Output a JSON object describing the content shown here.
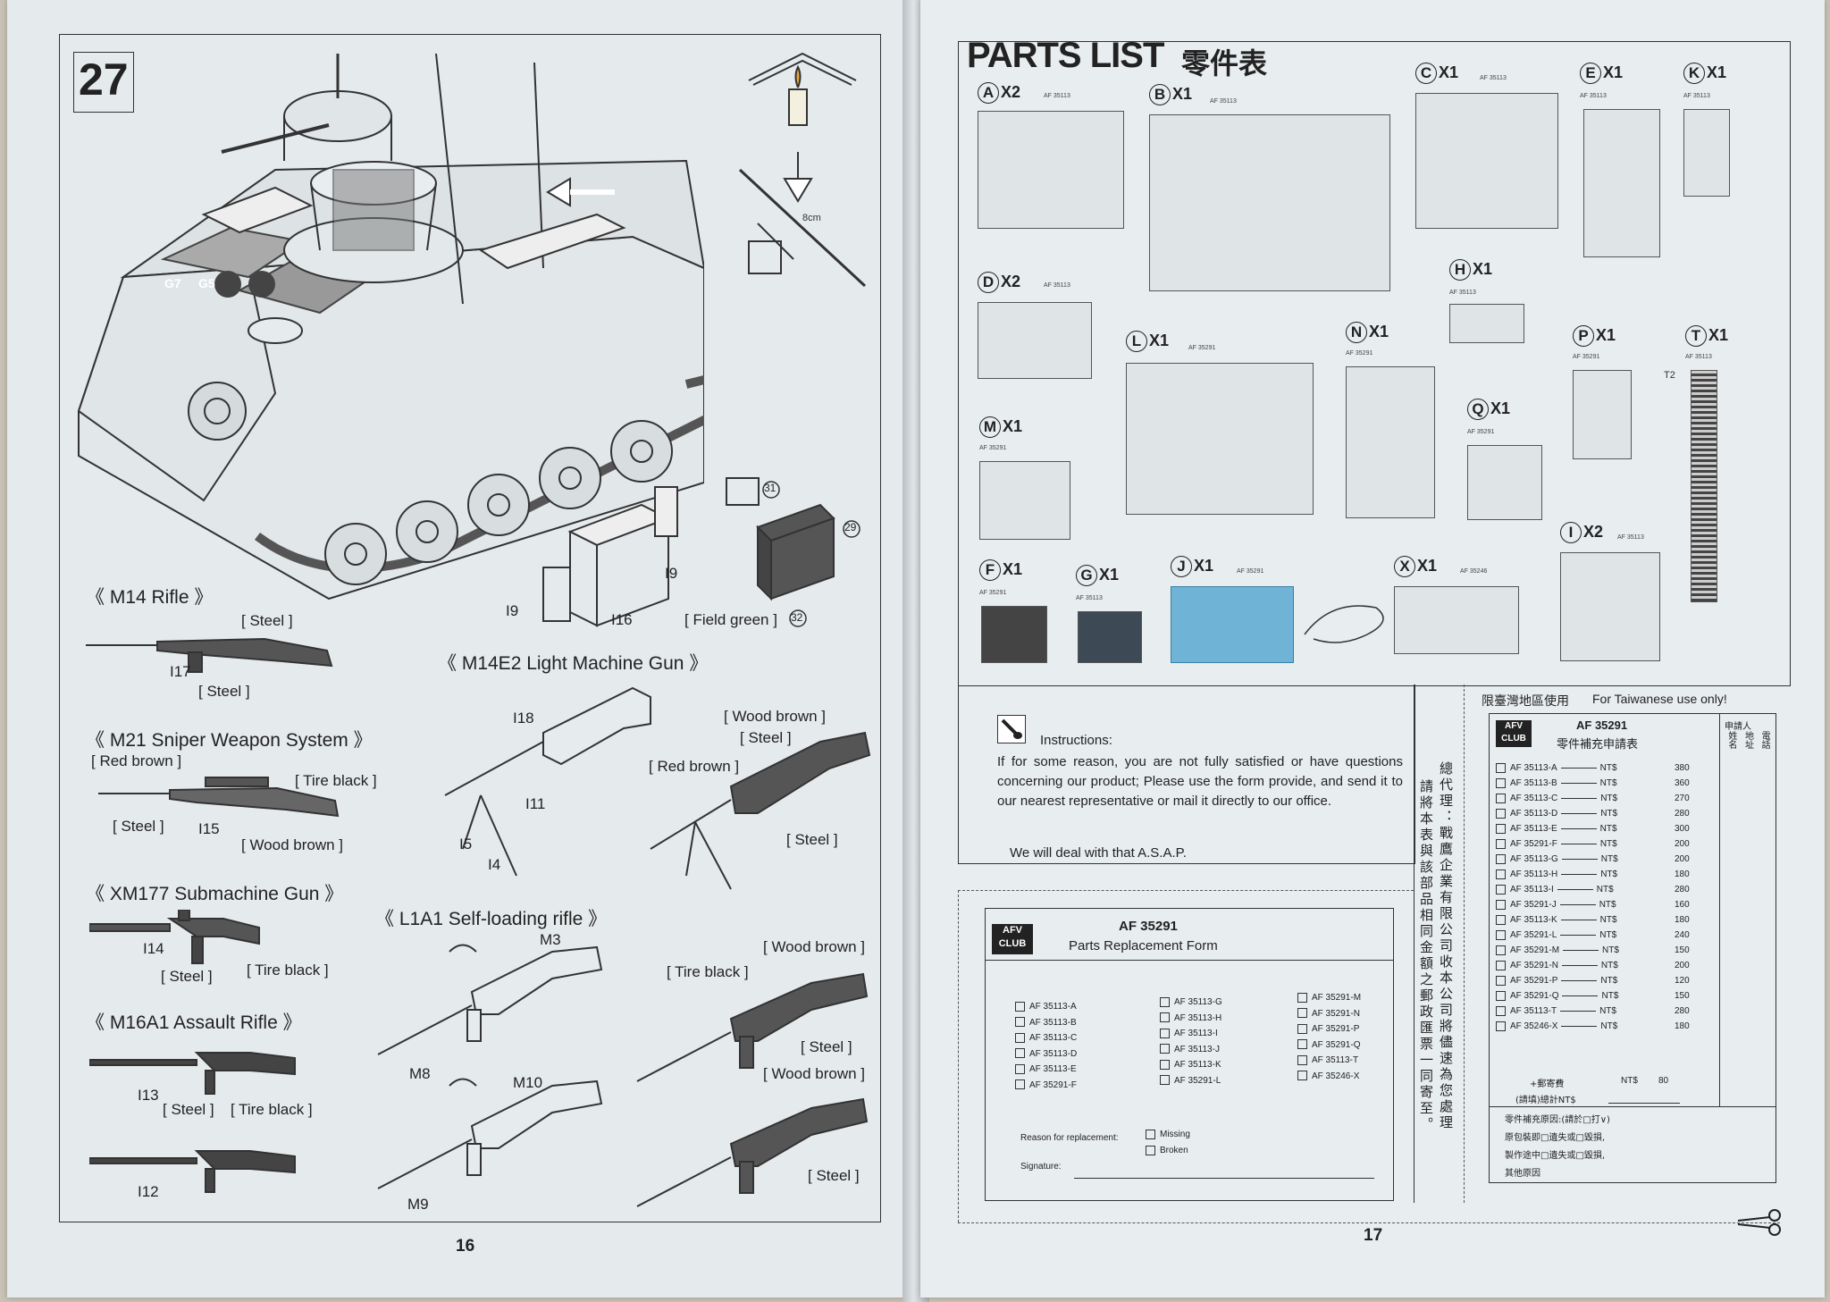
{
  "left_page": {
    "step_number": "27",
    "page_number": "16",
    "callouts": {
      "g7": "G7",
      "g5": "G5",
      "length": "8cm",
      "p31": "31",
      "p29": "29",
      "p32": "32",
      "i9a": "I9",
      "i9b": "I9",
      "i16": "I16",
      "field_green": "[ Field green ]"
    },
    "m14": {
      "title": "《 M14 Rifle 》",
      "steel1": "[ Steel ]",
      "part": "I17",
      "steel2": "[ Steel ]"
    },
    "m21": {
      "title": "《 M21 Sniper Weapon System 》",
      "red_brown": "[ Red brown ]",
      "tire_black": "[ Tire black ]",
      "steel": "[ Steel ]",
      "part": "I15",
      "wood_brown": "[ Wood brown ]"
    },
    "xm177": {
      "title": "《 XM177 Submachine Gun 》",
      "part": "I14",
      "steel": "[ Steel ]",
      "tire_black": "[ Tire black ]"
    },
    "m16": {
      "title": "《 M16A1 Assault Rifle 》",
      "part1": "I13",
      "steel": "[ Steel ]",
      "tire_black": "[ Tire black ]",
      "part2": "I12"
    },
    "m14e2": {
      "title": "《 M14E2 Light Machine Gun 》",
      "i18": "I18",
      "i11": "I11",
      "i5": "I5",
      "i4": "I4",
      "wood_brown": "[ Wood brown ]",
      "steel1": "[ Steel ]",
      "red_brown": "[ Red brown ]",
      "steel2": "[ Steel ]"
    },
    "l1a1": {
      "title": "《 L1A1 Self-loading rifle 》",
      "m3": "M3",
      "m8": "M8",
      "m10": "M10",
      "m9": "M9",
      "wood_brown1": "[ Wood brown ]",
      "tire_black": "[ Tire black ]",
      "steel1": "[ Steel ]",
      "wood_brown2": "[ Wood brown ]",
      "steel2": "[ Steel ]"
    }
  },
  "right_page": {
    "title": "PARTS LIST",
    "title_cn": "零件表",
    "page_number": "17",
    "sprues": [
      {
        "letter": "A",
        "qty": "X2",
        "code": "AF 35113"
      },
      {
        "letter": "B",
        "qty": "X1",
        "code": "AF 35113"
      },
      {
        "letter": "C",
        "qty": "X1",
        "code": "AF 35113"
      },
      {
        "letter": "E",
        "qty": "X1",
        "code": "AF 35113"
      },
      {
        "letter": "K",
        "qty": "X1",
        "code": "AF 35113"
      },
      {
        "letter": "D",
        "qty": "X2",
        "code": "AF 35113"
      },
      {
        "letter": "H",
        "qty": "X1",
        "code": "AF 35113"
      },
      {
        "letter": "L",
        "qty": "X1",
        "code": "AF 35291"
      },
      {
        "letter": "N",
        "qty": "X1",
        "code": "AF 35291"
      },
      {
        "letter": "P",
        "qty": "X1",
        "code": "AF 35291"
      },
      {
        "letter": "T",
        "qty": "X1",
        "code": "AF 35113"
      },
      {
        "letter": "M",
        "qty": "X1",
        "code": "AF 35291"
      },
      {
        "letter": "Q",
        "qty": "X1",
        "code": "AF 35291"
      },
      {
        "letter": "I",
        "qty": "X2",
        "code": "AF 35113"
      },
      {
        "letter": "F",
        "qty": "X1",
        "code": "AF 35291"
      },
      {
        "letter": "G",
        "qty": "X1",
        "code": "AF 35113"
      },
      {
        "letter": "J",
        "qty": "X1",
        "code": "AF 35291"
      },
      {
        "letter": "X",
        "qty": "X1",
        "code": "AF 35246"
      }
    ],
    "t2_label": "T2",
    "instructions": {
      "heading": "Instructions:",
      "body": "If for some reason, you are not fully satisfied or have questions concerning our product; Please use the form provide, and send it to our nearest representative or mail it directly to our office.",
      "closing": "We will deal with that A.S.A.P."
    },
    "form": {
      "logo_top": "AFV",
      "logo_bottom": "CLUB",
      "code": "AF 35291",
      "title": "Parts Replacement Form",
      "col1": [
        "AF 35113-A",
        "AF 35113-B",
        "AF 35113-C",
        "AF 35113-D",
        "AF 35113-E",
        "AF 35291-F"
      ],
      "col2": [
        "AF 35113-G",
        "AF 35113-H",
        "AF 35113-I",
        "AF 35113-J",
        "AF 35113-K",
        "AF 35291-L"
      ],
      "col3": [
        "AF 35291-M",
        "AF 35291-N",
        "AF 35291-P",
        "AF 35291-Q",
        "AF 35113-T",
        "AF 35246-X"
      ],
      "reason_label": "Reason for replacement:",
      "missing": "Missing",
      "broken": "Broken",
      "signature": "Signature:"
    },
    "vertical_cn": [
      "總代理：戰鷹企業有限公司收本公司將儘速為您處理",
      "請將本表與該部品相同金額之郵政匯票一同寄至。"
    ],
    "taiwan": {
      "header_cn": "限臺灣地區使用",
      "header_en": "For Taiwanese use only!",
      "code": "AF 35291",
      "form_title": "零件補充申請表",
      "applicant": "申請人",
      "cols": [
        "姓名",
        "地址",
        "電話"
      ],
      "rows": [
        {
          "code": "AF 35113-A",
          "price": "380"
        },
        {
          "code": "AF 35113-B",
          "price": "360"
        },
        {
          "code": "AF 35113-C",
          "price": "270"
        },
        {
          "code": "AF 35113-D",
          "price": "280"
        },
        {
          "code": "AF 35113-E",
          "price": "300"
        },
        {
          "code": "AF 35291-F",
          "price": "200"
        },
        {
          "code": "AF 35113-G",
          "price": "200"
        },
        {
          "code": "AF 35113-H",
          "price": "180"
        },
        {
          "code": "AF 35113-I",
          "price": "280"
        },
        {
          "code": "AF 35291-J",
          "price": "160"
        },
        {
          "code": "AF 35113-K",
          "price": "180"
        },
        {
          "code": "AF 35291-L",
          "price": "240"
        },
        {
          "code": "AF 35291-M",
          "price": "150"
        },
        {
          "code": "AF 35291-N",
          "price": "200"
        },
        {
          "code": "AF 35291-P",
          "price": "120"
        },
        {
          "code": "AF 35291-Q",
          "price": "150"
        },
        {
          "code": "AF 35113-T",
          "price": "280"
        },
        {
          "code": "AF 35246-X",
          "price": "180"
        }
      ],
      "currency": "NT$",
      "postage_label": "+郵寄費",
      "postage_value": "80",
      "total_label": "(請填)總計NT$",
      "reason_line": "零件補充原因:(請於□打∨)",
      "reason1": "原包裝即□遺失或□毀損,",
      "reason2": "製作途中□遺失或□毀損,",
      "reason3": "其他原因"
    }
  }
}
